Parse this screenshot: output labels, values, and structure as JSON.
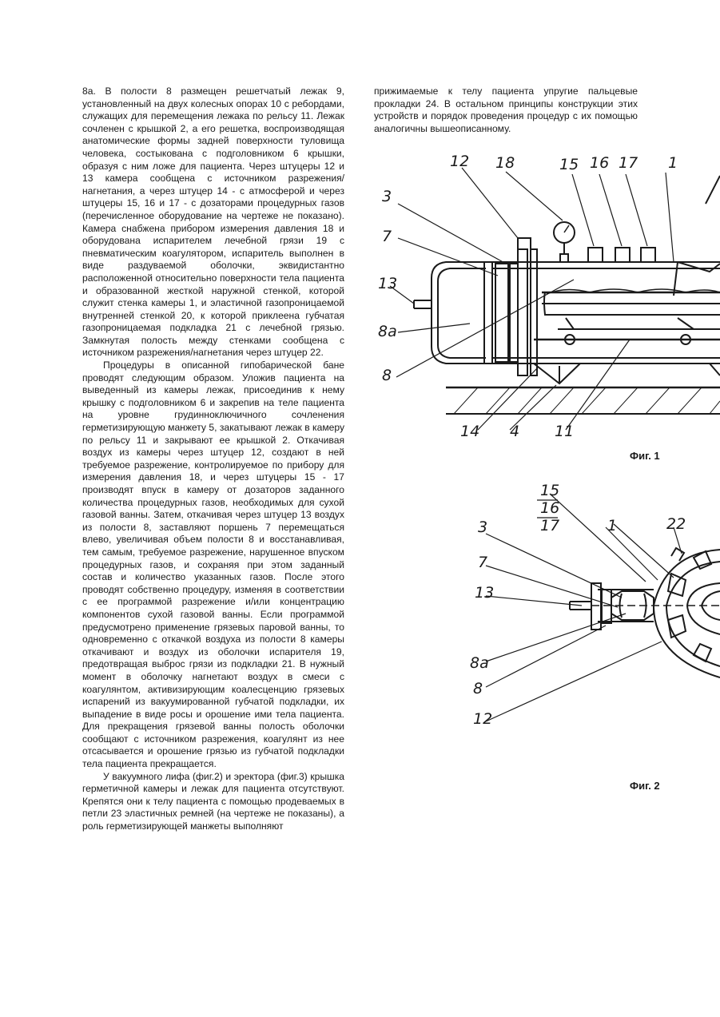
{
  "left_column": {
    "paragraphs": [
      "8а. В полости 8 размещен решетчатый лежак 9, установленный на двух колесных опорах 10 с ребордами, служащих для перемещения лежака по рельсу 11. Лежак сочленен с крышкой 2, а его решетка, воспроизводящая анатомические формы задней поверхности туловища человека, состыкована с подголовником 6 крышки, образуя с ним ложе для пациента. Через штуцеры 12 и 13 камера сообщена с источником разрежения/нагнетания, а через штуцер 14 - с атмосферой и через штуцеры 15, 16 и 17 - с дозаторами процедурных газов (перечисленное оборудование на чертеже не показано). Камера снабжена прибором измерения давления 18 и оборудована испарителем лечебной грязи 19 с пневматическим коагулятором, испаритель выполнен в виде раздуваемой оболочки, эквидистантно расположенной относительно поверхности тела пациента и образованной жесткой наружной стенкой, которой служит стенка камеры 1, и эластичной газопроницаемой внутренней стенкой 20, к которой приклеена губчатая газопроницаемая подкладка 21 с лечебной грязью. Замкнутая полость между стенками сообщена с источником разрежения/нагнетания через штуцер 22.",
      "Процедуры в описанной гипобарической бане проводят следующим образом. Уложив пациента на выведенный из камеры лежак, присоединив к нему крышку с подголовником 6 и закрепив на теле пациента на уровне грудинноключичного сочленения герметизирующую манжету 5, закатывают лежак в камеру по рельсу 11 и закрывают ее крышкой 2. Откачивая воздух из камеры через штуцер 12, создают в ней требуемое разрежение, контролируемое по прибору для измерения давления 18, и через штуцеры 15 - 17 производят впуск в камеру от дозаторов заданного количества процедурных газов, необходимых для сухой газовой ванны. Затем, откачивая через штуцер 13 воздух из полости 8, заставляют поршень 7 перемещаться влево, увеличивая объем полости 8 и восстанавливая, тем самым, требуемое разрежение, нарушенное впуском процедурных газов, и сохраняя при этом заданный состав и количество указанных газов. После этого проводят собственно процедуру, изменяя в соответствии с ее программой разрежение и/или концентрацию компонентов сухой газовой ванны. Если программой предусмотрено применение грязевых паровой ванны, то одновременно с откачкой воздуха из полости 8 камеры откачивают и воздух из оболочки испарителя 19, предотвращая выброс грязи из подкладки 21. В нужный момент в оболочку нагнетают воздух в смеси с коагулянтом, активизирующим коалесценцию грязевых испарений из вакуумированной губчатой подкладки, их выпадение в виде росы и орошение ими тела пациента. Для прекращения грязевой ванны полость оболочки сообщают с источником разрежения, коагулянт из нее отсасывается и орошение грязью из губчатой подкладки тела пациента прекращается.",
      "У вакуумного лифа (фиг.2) и эректора (фиг.3) крышка герметичной камеры и лежак для пациента отсутствуют. Крепятся они к телу пациента с помощью продеваемых в петли 23 эластичных ремней (на чертеже не показаны), а роль герметизирующей манжеты выполняют"
    ]
  },
  "right_column": {
    "paragraph": "прижимаемые к телу пациента упругие пальцевые прокладки 24. В остальном принципы конструкции этих устройств и порядок проведения процедур с их помощью аналогичны вышеописанному."
  },
  "figure1": {
    "caption": "Фиг. 1",
    "labels": [
      "12",
      "18",
      "15",
      "16",
      "17",
      "1",
      "3",
      "7",
      "13",
      "8а",
      "8",
      "14",
      "4",
      "11"
    ]
  },
  "figure2": {
    "caption": "Фиг. 2",
    "labels": [
      "15",
      "16",
      "17",
      "3",
      "1",
      "22",
      "7",
      "13",
      "8а",
      "8",
      "12"
    ]
  }
}
